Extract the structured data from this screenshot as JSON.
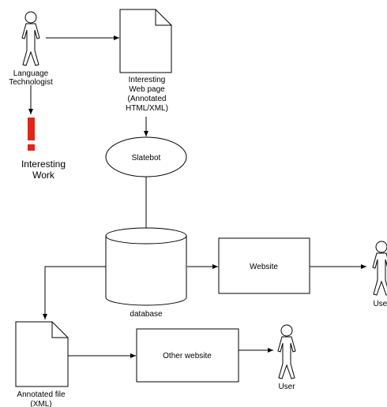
{
  "actors": {
    "language_technologist": [
      "Language",
      "Technologist"
    ],
    "user_right": "User",
    "user_bottom": "User"
  },
  "alert": {
    "symbol": "!",
    "label": [
      "Interesting",
      "Work"
    ],
    "color": "#e0261b"
  },
  "nodes": {
    "web_page": [
      "Interesting",
      "Web page",
      "(Annotated",
      "HTML/XML)"
    ],
    "slatebot": "Slatebot",
    "database": "database",
    "website": "Website",
    "other_website": "Other website",
    "annotated_file": [
      "Annotated file",
      "(XML)"
    ]
  }
}
